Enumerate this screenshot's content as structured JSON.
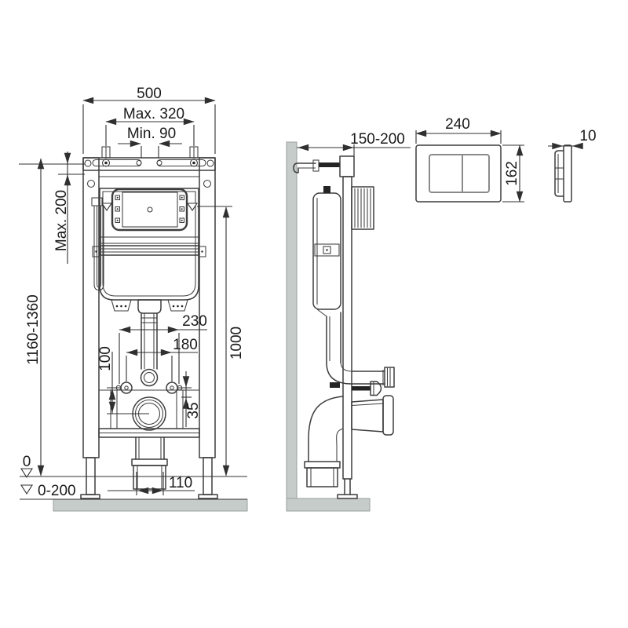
{
  "drawing": {
    "type": "technical-installation-drawing",
    "subject": "wall-hung WC concealed cistern frame with flush plate",
    "colors": {
      "background": "#ffffff",
      "line": "#3d3d3d",
      "dim": "#303030",
      "text": "#1a1a1a",
      "wall_fill": "#c6ccc9",
      "dark": "#242424"
    },
    "dims": {
      "front": {
        "overall_width": "500",
        "hanger_max": "Max. 320",
        "hanger_min": "Min. 90",
        "top_clearance": "Max. 200",
        "install_height": "1160-1360",
        "flush_height": "1000",
        "fixing_outer": "230",
        "fixing_inner": "180",
        "drain_offset": "100",
        "bracket_offset": "35",
        "outlet_width": "110",
        "zero_level": "0",
        "leg_range": "0-200"
      },
      "side": {
        "wall_distance": "150-200"
      },
      "plate": {
        "width": "240",
        "height": "162",
        "depth": "10"
      }
    }
  }
}
